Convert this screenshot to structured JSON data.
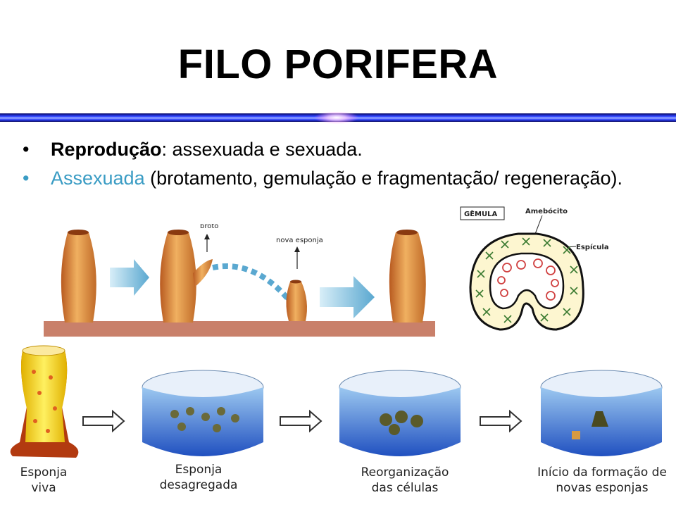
{
  "slide": {
    "title": "FILO PORIFERA",
    "bullets": [
      {
        "bold": "Reprodução",
        "rest": ": assexuada  e  sexuada."
      },
      {
        "accent": "Assexuada",
        "rest": " (brotamento,  gemulação  e  fragmentação/ regeneração)."
      }
    ]
  },
  "budding_figure": {
    "label_bud": "broto",
    "label_new": "nova esponja"
  },
  "gemmule_figure": {
    "title": "GÊMULA",
    "label_amebocyte": "Amebócito",
    "label_spicule": "Espícula"
  },
  "regeneration_figure": {
    "captions": [
      "Esponja viva",
      "Esponja desagregada",
      "Reorganização das células",
      "Início da formação de novas esponjas"
    ]
  },
  "colors": {
    "accent": "#3a9cc4",
    "rule": "#1a2fd0"
  }
}
